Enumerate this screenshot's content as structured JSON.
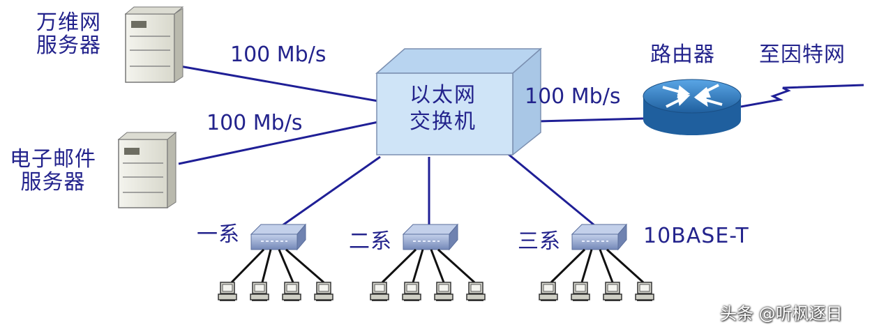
{
  "labels": {
    "web_server_line1": "万维网",
    "web_server_line2": "服务器",
    "mail_server_line1": "电子邮件",
    "mail_server_line2": "服务器",
    "switch_line1": "以太网",
    "switch_line2": "交换机",
    "router": "路由器",
    "internet": "至因特网",
    "speed_web": "100 Mb/s",
    "speed_mail": "100 Mb/s",
    "speed_router": "100 Mb/s",
    "dept1": "一系",
    "dept2": "二系",
    "dept3": "三系",
    "hub_standard": "10BASE-T"
  },
  "watermark": "头条 @听枫逐日",
  "icons": [
    "server-icon",
    "switch-box-icon",
    "router-icon",
    "hub-icon",
    "computer-icon",
    "lightning-link-icon"
  ],
  "colors": {
    "text": "#23238c",
    "link": "#1f1f96",
    "switch_face": "#cfe4f7",
    "switch_top": "#b8d4f0",
    "switch_side": "#a9c7e6",
    "router": "#2f7fc4",
    "server": "#e8e8df",
    "hub": "#8a9ec8"
  }
}
